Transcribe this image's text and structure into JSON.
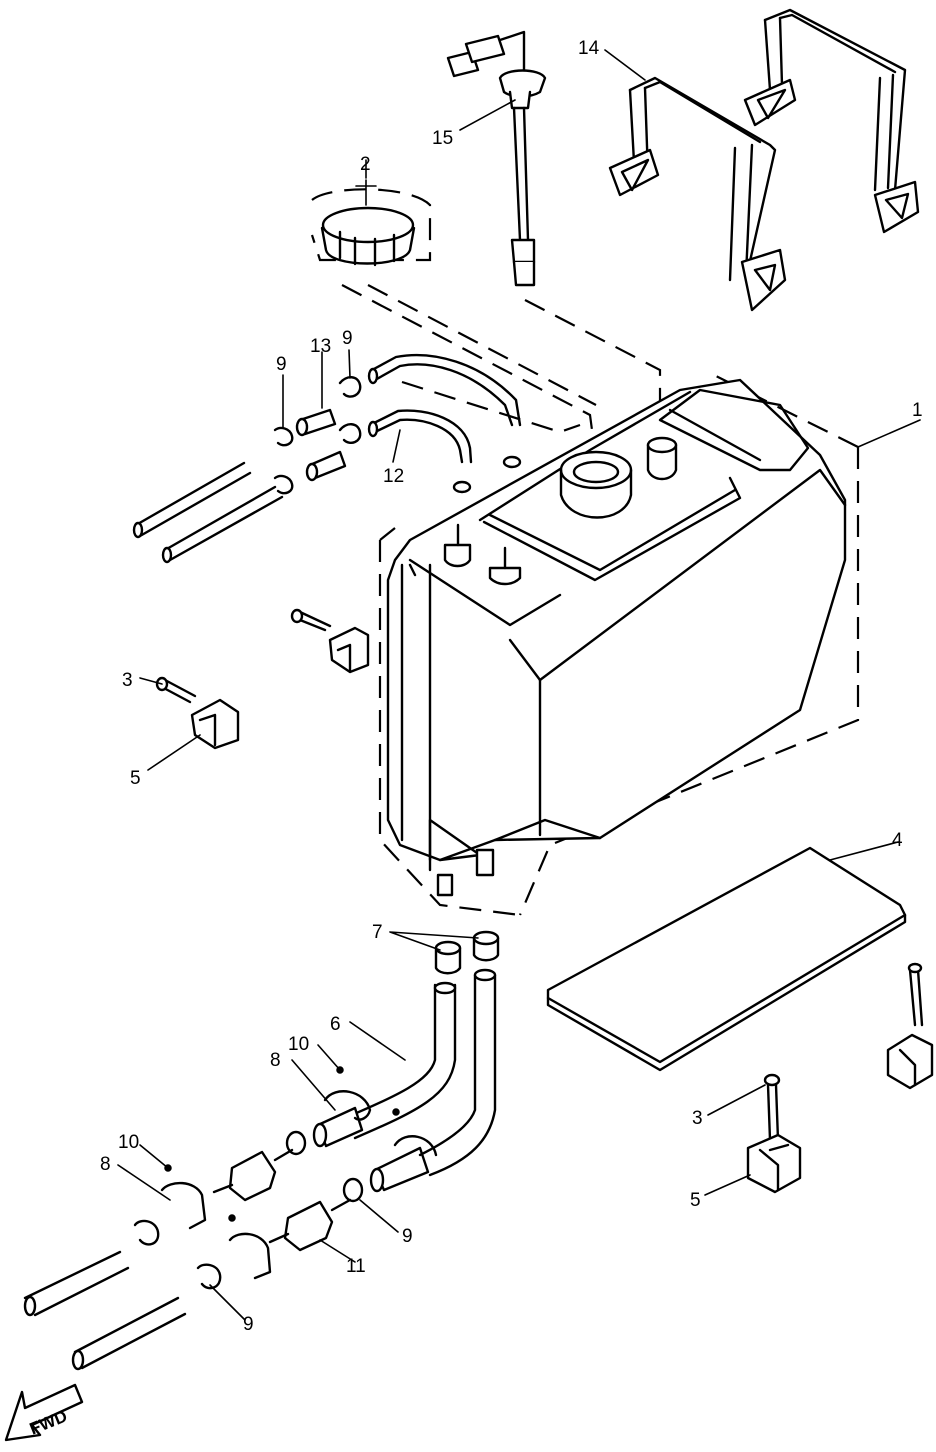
{
  "callouts": {
    "c1": "1",
    "c2": "2",
    "c3a": "3",
    "c3b": "3",
    "c4": "4",
    "c5a": "5",
    "c5b": "5",
    "c6": "6",
    "c7": "7",
    "c8a": "8",
    "c8b": "8",
    "c9a": "9",
    "c9b": "9",
    "c9c": "9",
    "c9d": "9",
    "c10a": "10",
    "c10b": "10",
    "c11": "11",
    "c12": "12",
    "c13": "13",
    "c14": "14",
    "c15": "15"
  },
  "fwd_arrow": {
    "label": "FWD"
  }
}
